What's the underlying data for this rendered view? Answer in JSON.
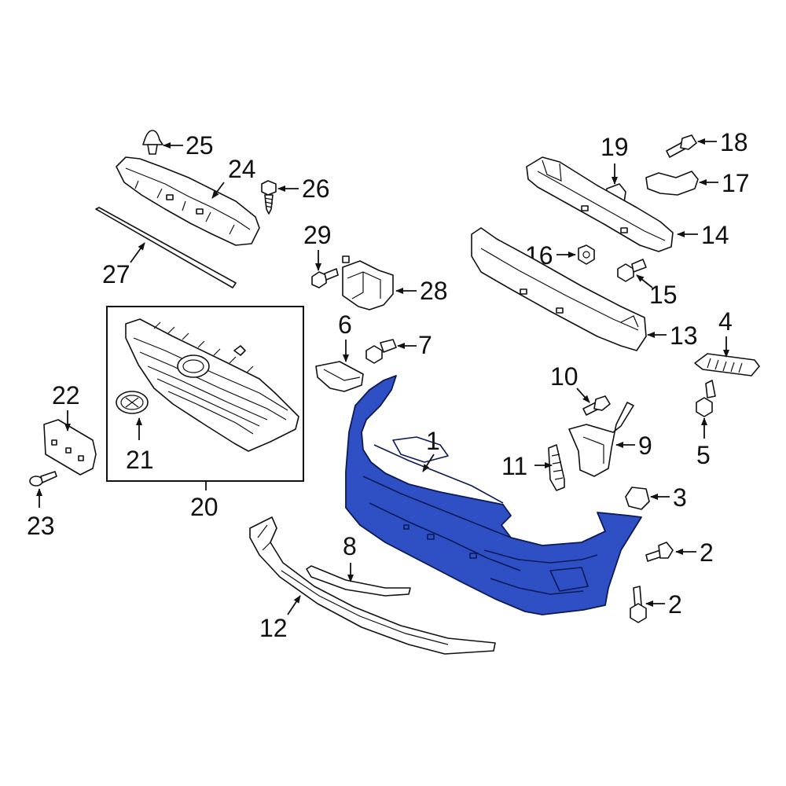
{
  "diagram": {
    "highlight_color": "#2f4fc4",
    "highlighted_part": "1",
    "callouts": {
      "c1": "1",
      "c2a": "2",
      "c2b": "2",
      "c3": "3",
      "c4": "4",
      "c5": "5",
      "c6": "6",
      "c7": "7",
      "c8": "8",
      "c9": "9",
      "c10": "10",
      "c11": "11",
      "c12": "12",
      "c13": "13",
      "c14": "14",
      "c15": "15",
      "c16": "16",
      "c17": "17",
      "c18": "18",
      "c19": "19",
      "c20": "20",
      "c21": "21",
      "c22": "22",
      "c23": "23",
      "c24": "24",
      "c25": "25",
      "c26": "26",
      "c27": "27",
      "c28": "28",
      "c29": "29"
    }
  }
}
